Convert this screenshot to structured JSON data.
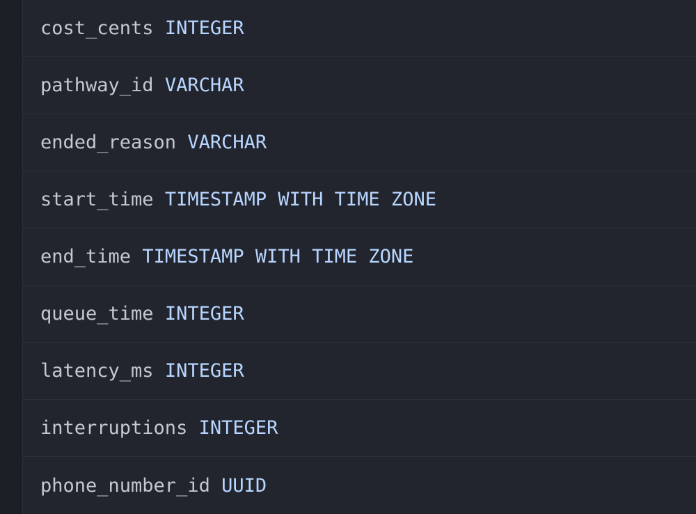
{
  "columns": [
    {
      "name": "cost_cents",
      "type": "INTEGER"
    },
    {
      "name": "pathway_id",
      "type": "VARCHAR"
    },
    {
      "name": "ended_reason",
      "type": "VARCHAR"
    },
    {
      "name": "start_time",
      "type": "TIMESTAMP WITH TIME ZONE"
    },
    {
      "name": "end_time",
      "type": "TIMESTAMP WITH TIME ZONE"
    },
    {
      "name": "queue_time",
      "type": "INTEGER"
    },
    {
      "name": "latency_ms",
      "type": "INTEGER"
    },
    {
      "name": "interruptions",
      "type": "INTEGER"
    },
    {
      "name": "phone_number_id",
      "type": "UUID"
    }
  ],
  "colors": {
    "background": "#22252e",
    "gutter": "#1b1e24",
    "column_name": "#c4c8d0",
    "column_type": "#b8d6ff",
    "divider": "#2c303a"
  }
}
